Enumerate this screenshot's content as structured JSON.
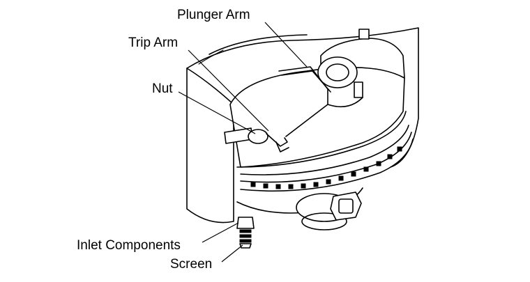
{
  "labels": {
    "plunger_arm": "Plunger Arm",
    "trip_arm": "Trip Arm",
    "nut": "Nut",
    "inlet_components": "Inlet Components",
    "screen": "Screen"
  }
}
